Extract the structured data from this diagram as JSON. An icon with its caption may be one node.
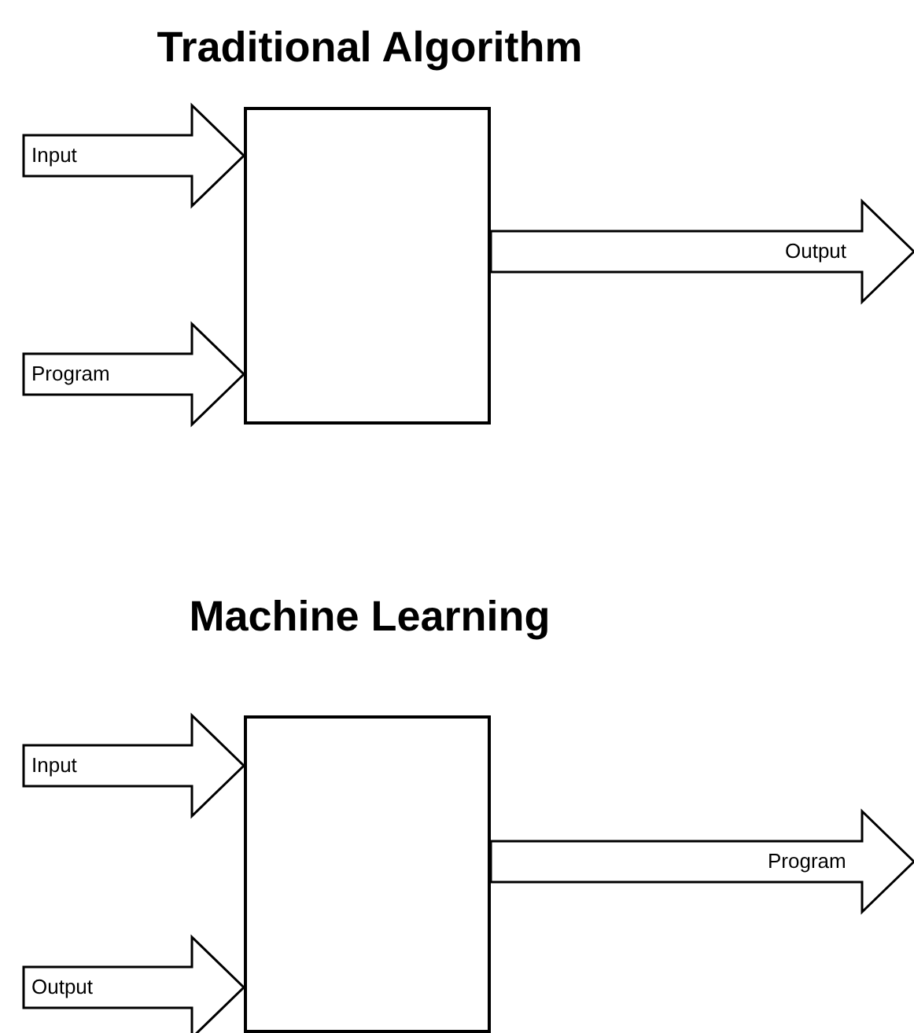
{
  "diagram": {
    "nodes": [
      {
        "text": [
          "Traditional Algorithm"
        ]
      },
      {
        "text": [
          "Machine Learning"
        ]
      }
    ],
    "edges": [
      {
        "from": null,
        "to": 0,
        "arrow": "to",
        "label": "Input"
      },
      {
        "from": null,
        "to": 0,
        "arrow": "to",
        "label": "Program"
      },
      {
        "from": 0,
        "to": null,
        "arrow": "to",
        "label": "Output"
      },
      {
        "from": null,
        "to": 1,
        "arrow": "to",
        "label": "Input"
      },
      {
        "from": null,
        "to": 1,
        "arrow": "to",
        "label": "Output"
      },
      {
        "from": 1,
        "to": null,
        "arrow": "to",
        "label": "Program"
      }
    ]
  }
}
